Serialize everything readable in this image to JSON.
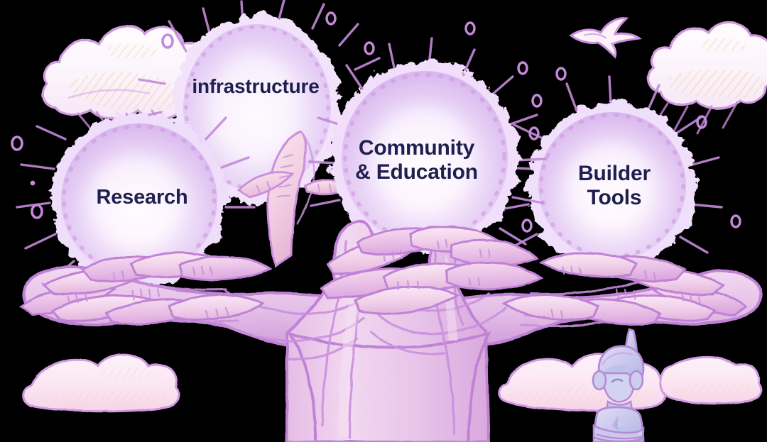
{
  "illustration": {
    "title": "Ethereum ecosystem tree",
    "subject": "stylized tree with four glowing canopies labelled with ecosystem pillars",
    "background_color": "#000000",
    "label_text_color": "#1e2050",
    "palette": {
      "canopy_light": "#f6ecfb",
      "canopy_mid": "#e2c7f2",
      "canopy_deep": "#d3aeea",
      "outline_purple": "#c08ad8",
      "outline_deep": "#b06fd0",
      "trunk_light": "#f0d6ee",
      "trunk_mid": "#e0b8e4",
      "trunk_shadow": "#d1a3dc",
      "leaf_pink": "#f0c4da",
      "leaf_mid": "#e7b9e2",
      "cloud_white": "#fdf4fb",
      "cloud_cream": "#f7e6cf",
      "cloud_pink": "#fbdcec",
      "character_blue": "#b9bfe8",
      "character_light": "#dcd9f4"
    }
  },
  "canopies": [
    {
      "id": "research",
      "label": "Research",
      "order": 1,
      "position": "left"
    },
    {
      "id": "infrastructure",
      "label": "infrastructure",
      "order": 2,
      "position": "center-left-back"
    },
    {
      "id": "community-education",
      "label": "Community\n& Education",
      "order": 3,
      "position": "center"
    },
    {
      "id": "builder-tools",
      "label": "Builder\nTools",
      "order": 4,
      "position": "right"
    }
  ],
  "scene_elements": [
    {
      "name": "tree-trunk",
      "description": "thick swirling wood-grain trunk with two large side boughs"
    },
    {
      "name": "leaf-cluster-left",
      "description": "overlapping leaf petals under the Research canopy"
    },
    {
      "name": "leaf-cluster-center",
      "description": "overlapping leaf petals under the Community & Education canopy"
    },
    {
      "name": "leaf-cluster-right",
      "description": "overlapping leaf petals under the Builder Tools canopy"
    },
    {
      "name": "pink-frond",
      "description": "pale pink hatched frond rising between Research and Community canopies"
    },
    {
      "name": "cloud-top-left",
      "description": "cream hatched cumulus cloud top left"
    },
    {
      "name": "cloud-top-right",
      "description": "cream hatched cumulus cloud top right"
    },
    {
      "name": "cloud-bottom-left",
      "description": "small pink hatched cloud bottom left"
    },
    {
      "name": "cloud-bottom-right",
      "description": "pink hatched cloud bottom right behind the character"
    },
    {
      "name": "bird",
      "description": "small purple bird gliding in the top right sky"
    },
    {
      "name": "character",
      "description": "figure with tall pointed hat, headphones and crossed arms wearing an Ethereum diamond shirt"
    },
    {
      "name": "sparkle-doodles",
      "description": "scattered small purple circles and radiating line strokes around the canopies"
    }
  ]
}
